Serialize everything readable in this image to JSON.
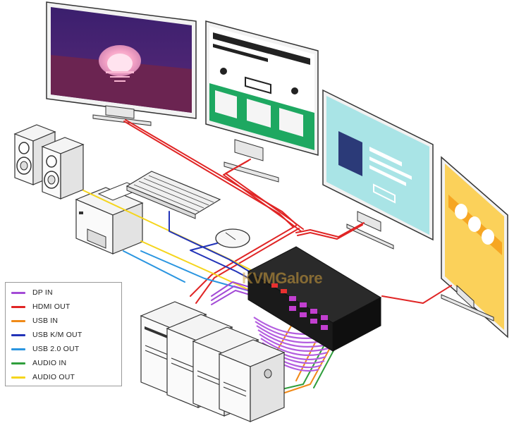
{
  "watermark": "KVMGalore",
  "colors": {
    "dp_in": "#a34bd6",
    "hdmi_out": "#e02525",
    "usb_in": "#f08a18",
    "usb_km_out": "#2233b8",
    "usb2_out": "#2a95e0",
    "audio_in": "#2f9e3c",
    "audio_out": "#f5d51d"
  },
  "legend": {
    "items": [
      {
        "label": "DP IN",
        "color": "#a34bd6"
      },
      {
        "label": "HDMI OUT",
        "color": "#e02525"
      },
      {
        "label": "USB IN",
        "color": "#f08a18"
      },
      {
        "label": "USB K/M OUT",
        "color": "#2233b8"
      },
      {
        "label": "USB 2.0 OUT",
        "color": "#2a95e0"
      },
      {
        "label": "AUDIO IN",
        "color": "#2f9e3c"
      },
      {
        "label": "AUDIO OUT",
        "color": "#f5d51d"
      }
    ]
  },
  "devices": {
    "monitors": [
      "monitor-sunset",
      "monitor-webpage-green",
      "monitor-webpage-cyan",
      "monitor-yellow-dots"
    ],
    "peripherals": [
      "speakers",
      "printer",
      "keyboard",
      "mouse"
    ],
    "computers": 4,
    "switch": "kvm-switch"
  }
}
